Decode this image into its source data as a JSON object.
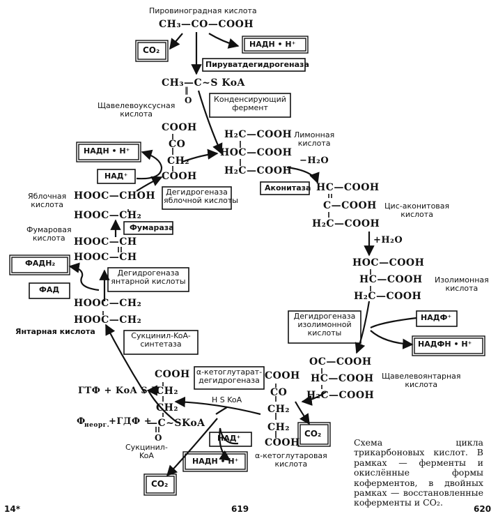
{
  "pyruvate": {
    "name": "Пировиноградная кислота",
    "formula": "CH₃—CO—COOH",
    "dehydrogenase": "Пируватдегидрогеназа"
  },
  "acetyl_coa": {
    "formula": "CH₃—C~S KoA",
    "double_bond": "‖",
    "oxygen": "O"
  },
  "condensing_enzyme": "Конденсирующий\nфермент",
  "oxaloacetate": {
    "name": "Щавелевоуксусная\nкислота",
    "l1": "COOH",
    "l2": "CO",
    "l3": "CH₂",
    "l4": "COOH"
  },
  "citric": {
    "name": "Лимонная\nкислота",
    "l1": "H₂C—COOH",
    "l2": "HOC—COOH",
    "l3": "H₂C—COOH",
    "minus_water": "−H₂O"
  },
  "aconitase": "Аконитаза",
  "cis_aconitic": {
    "name": "Цис-аконитовая\nкислота",
    "l1": "HC—COOH",
    "l2": "C—COOH",
    "l3": "H₂C—COOH",
    "plus_water": "+H₂O"
  },
  "isocitric": {
    "name": "Изолимонная\nкислота",
    "l1": "HOC—COOH",
    "l2": "HC—COOH",
    "l3": "H₂C—COOH"
  },
  "isocitrate_dehydrogenase": "Дегидрогеназа\nизолимонной\nкислоты",
  "oxalosuccinic": {
    "name": "Щавелевоянтарная\nкислота",
    "l1": "OC—COOH",
    "l2": "HC—COOH",
    "l3": "H₂C—COOH"
  },
  "ketoglutarate": {
    "name": "α-кетоглутаровая\nкислота",
    "l1": "COOH",
    "l2": "CO",
    "l3": "CH₂",
    "l4": "CH₂",
    "l5": "COOH"
  },
  "ketoglutarate_dehydrogenase": "α-кетоглутарат-\nдегидрогеназа",
  "hs_koa": "H S KoA",
  "succinyl_coa": {
    "name": "Сукцинил-\nKoA",
    "l1": "COOH",
    "l2": "CH₂",
    "l3": "CH₂",
    "l4": "—C~SKoA",
    "l5": "O",
    "gtp": "ГТФ + KoA S H",
    "pi_gdp": "Ф",
    "pi_sub": "неорг.",
    "pi_rest": "+ГДФ +"
  },
  "succinyl_coa_synthetase": "Сукцинил-KoA-\nсинтетаза",
  "succinic": {
    "name": "Янтарная кислота",
    "l1": "HOOC—CH₂",
    "l2": "HOOC—CH₂"
  },
  "succinate_dehydrogenase": "Дегидрогеназа\nянтарной кислоты",
  "fumaric": {
    "name": "Фумаровая\nкислота",
    "l1": "HOOC—CH",
    "l2": "HOOC—CH"
  },
  "fumarase": "Фумараза",
  "malic": {
    "name": "Яблочная\nкислота",
    "l1": "HOOC—CHOH",
    "l2": "HOOC—CH₂"
  },
  "malate_dehydrogenase": "Дегидрогеназа\nяблочной кислоты",
  "cofactors": {
    "co2": "CO₂",
    "nadh": "НАДН • Н⁺",
    "nad": "НАД⁺",
    "fadh2": "ФАДН₂",
    "fad": "ФАД",
    "nadp": "НАДФ⁺",
    "nadph": "НАДФН • Н⁺"
  },
  "caption": "Схема цикла трикарбоновых кислот. В рамках — ферменты и окислённые формы коферментов, в двойных рамках — восстановленные коферменты и CO₂.",
  "page_numbers": {
    "left": "14*",
    "middle": "619",
    "right": "620"
  }
}
